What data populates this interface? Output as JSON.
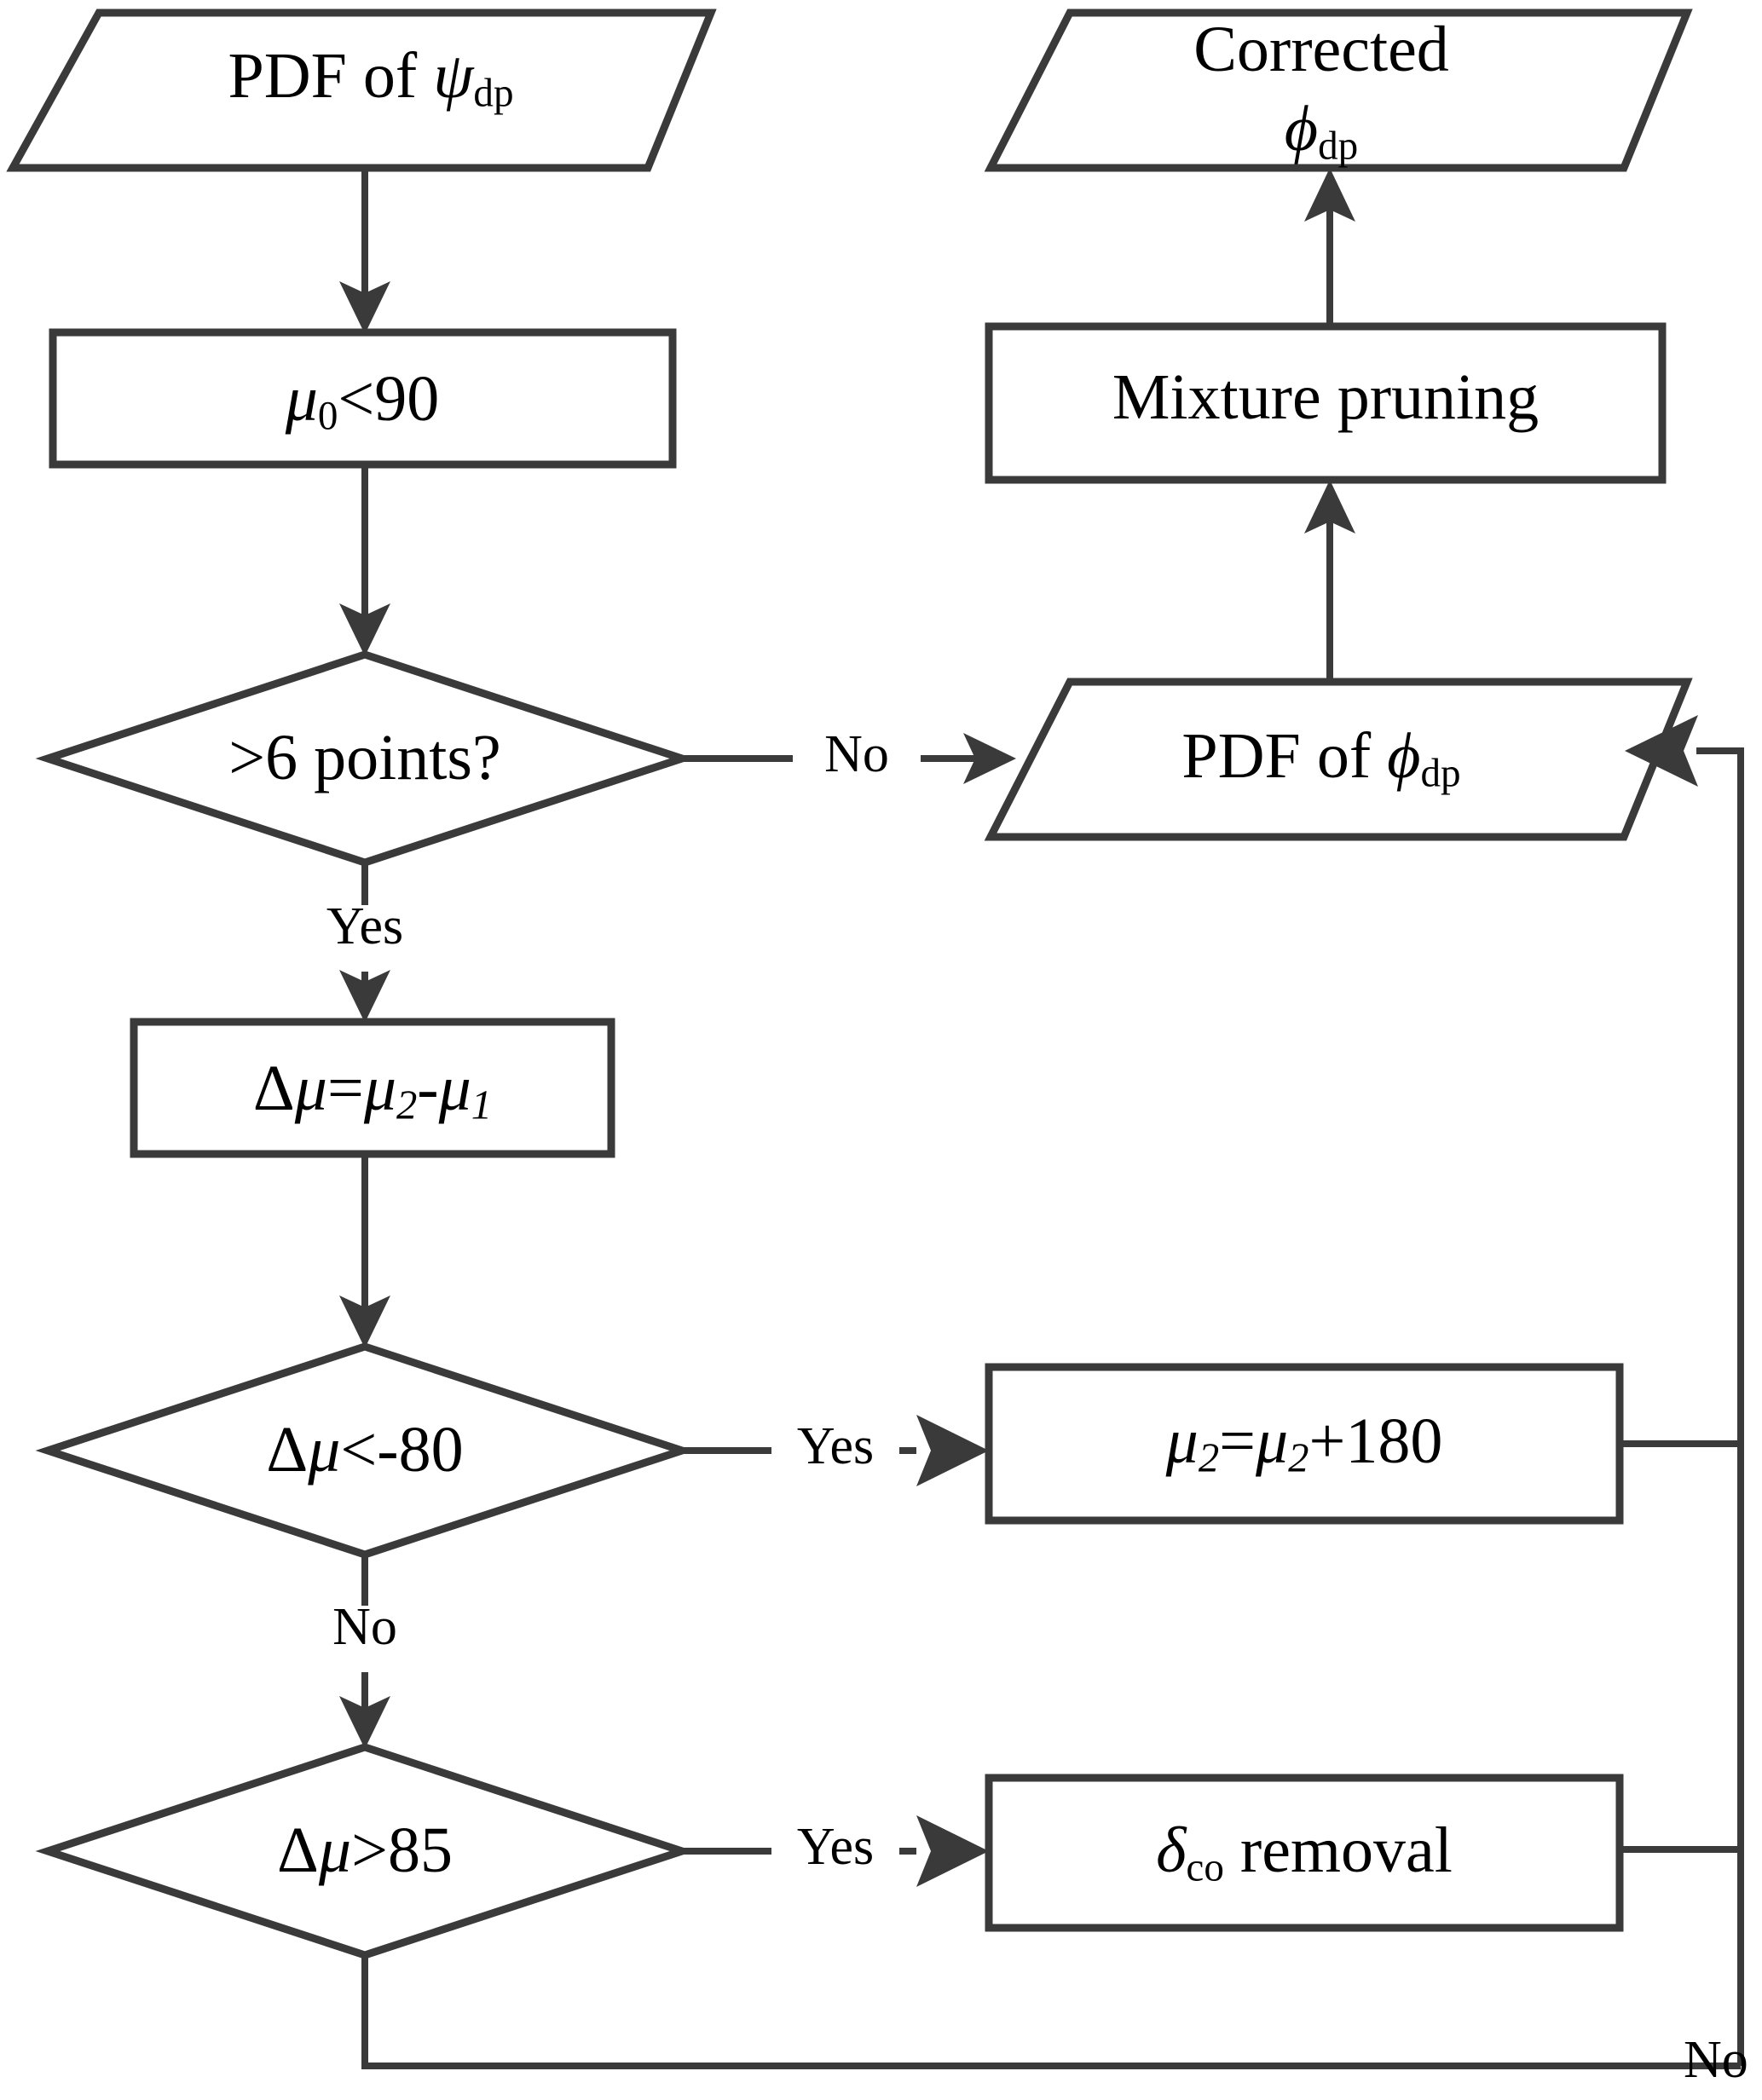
{
  "diagram": {
    "title": "Differential phase PDF correction flowchart",
    "stroke_color": "#3a3a3a",
    "text_color": "#000000",
    "background": "#ffffff"
  },
  "nodes": {
    "pdf_psi_dp": {
      "shape": "parallelogram",
      "text_main": "PDF of ",
      "symbol": "ψ",
      "symbol_sub": "dp"
    },
    "mu0_lt_90": {
      "shape": "rectangle",
      "symbol": "μ",
      "symbol_sub": "0",
      "text_rest": "<90"
    },
    "gt6_points": {
      "shape": "diamond",
      "text": ">6 points?"
    },
    "delta_mu_def": {
      "shape": "rectangle",
      "text_delta": "Δ",
      "symbol": "μ",
      "eq": "=",
      "symbol2": "μ",
      "symbol2_sub": "2",
      "minus": "-",
      "symbol3": "μ",
      "symbol3_sub": "1"
    },
    "delta_mu_lt_neg80": {
      "shape": "diamond",
      "text_delta": "Δ",
      "symbol": "μ",
      "text_rest": "<-80"
    },
    "mu2_plus_180": {
      "shape": "rectangle",
      "symbol": "μ",
      "symbol_sub": "2",
      "eq": "=",
      "symbol2": "μ",
      "symbol2_sub": "2",
      "text_rest": "+180"
    },
    "delta_mu_gt_85": {
      "shape": "diamond",
      "text_delta": "Δ",
      "symbol": "μ",
      "text_rest": ">85"
    },
    "delta_co_removal": {
      "shape": "rectangle",
      "symbol": "δ",
      "symbol_sub": "co",
      "text_rest": " removal"
    },
    "pdf_phi_dp": {
      "shape": "parallelogram",
      "text_main": "PDF of ",
      "symbol": "ϕ",
      "symbol_sub": "dp"
    },
    "mixture_pruning": {
      "shape": "rectangle",
      "text": "Mixture pruning"
    },
    "corrected_phi_dp": {
      "shape": "parallelogram",
      "line1": "Corrected",
      "symbol": "ϕ",
      "symbol_sub": "dp"
    }
  },
  "edge_labels": {
    "gt6_no": "No",
    "gt6_yes": "Yes",
    "lt_neg80_yes": "Yes",
    "lt_neg80_no": "No",
    "gt85_yes": "Yes",
    "gt85_no": "No"
  }
}
